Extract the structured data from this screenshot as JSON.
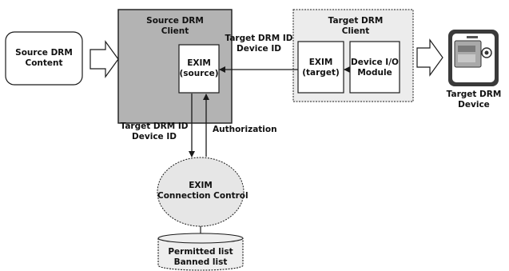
{
  "colors": {
    "source_client_fill": "#b3b3b3",
    "target_client_fill": "#ececec",
    "line": "#1a1a1a",
    "ellipse_fill": "#e6e6e6",
    "cylinder_fill": "#eeeeee",
    "device_body": "#3a3a3a",
    "device_screen": "#a9a9a9"
  },
  "nodes": {
    "source_content": "Source DRM\nContent",
    "source_client": "Source DRM\nClient",
    "exim_source": "EXIM\n(source)",
    "target_client": "Target DRM\nClient",
    "exim_target": "EXIM\n(target)",
    "device_io": "Device I/O\nModule",
    "target_device": "Target DRM\nDevice",
    "connection_control": "EXIM\nConnection Control",
    "lists": "Permitted list\nBanned list"
  },
  "edges": {
    "target_to_source": "Target DRM ID\nDevice ID",
    "source_to_control": "Target DRM ID\nDevice ID",
    "control_to_source": "Authorization"
  },
  "icons": {
    "device": "handheld-device-icon"
  }
}
